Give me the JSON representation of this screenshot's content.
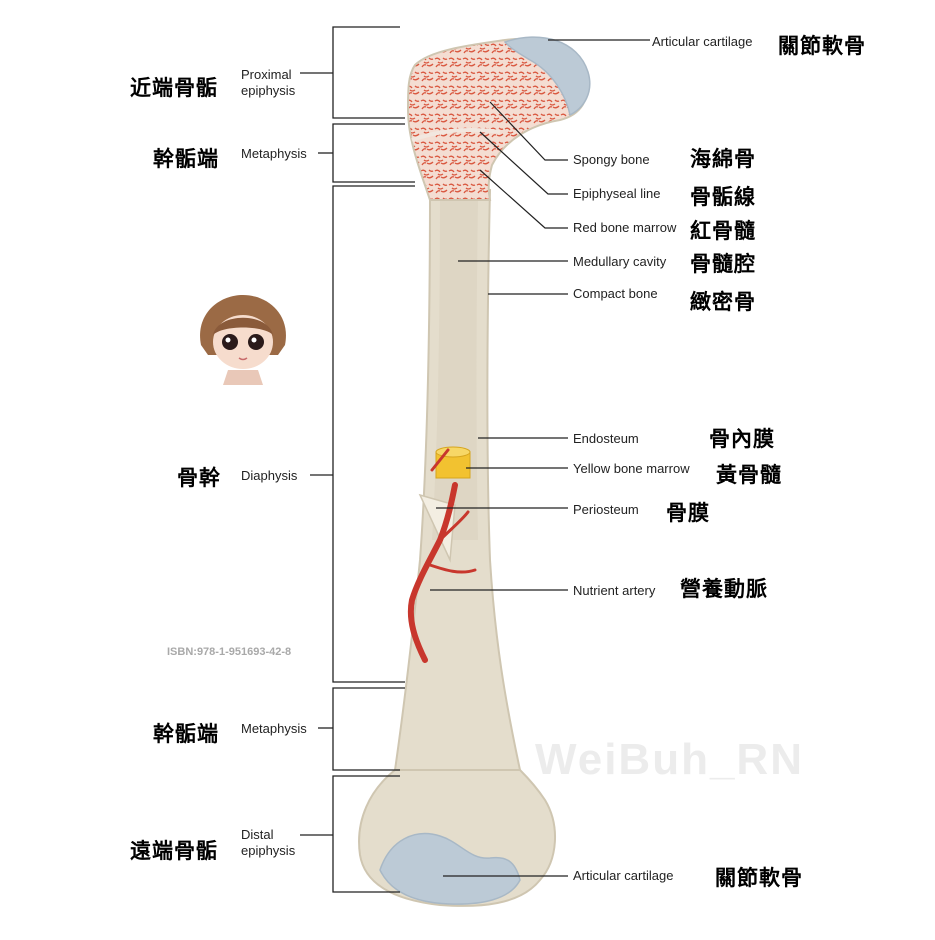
{
  "left_labels": {
    "proximal_epiphysis_zh": "近端骨骺",
    "proximal_epiphysis_en_1": "Proximal",
    "proximal_epiphysis_en_2": "epiphysis",
    "metaphysis_top_zh": "幹骺端",
    "metaphysis_top_en": "Metaphysis",
    "diaphysis_zh": "骨幹",
    "diaphysis_en": "Diaphysis",
    "metaphysis_bottom_zh": "幹骺端",
    "metaphysis_bottom_en": "Metaphysis",
    "distal_epiphysis_zh": "遠端骨骺",
    "distal_epiphysis_en_1": "Distal",
    "distal_epiphysis_en_2": "epiphysis"
  },
  "right_labels": {
    "articular_cartilage_top_en": "Articular cartilage",
    "articular_cartilage_top_zh": "關節軟骨",
    "spongy_bone_en": "Spongy bone",
    "spongy_bone_zh": "海綿骨",
    "epiphyseal_line_en": "Epiphyseal line",
    "epiphyseal_line_zh": "骨骺線",
    "red_marrow_en": "Red bone marrow",
    "red_marrow_zh": "紅骨髓",
    "medullary_cavity_en": "Medullary cavity",
    "medullary_cavity_zh": "骨髓腔",
    "compact_bone_en": "Compact bone",
    "compact_bone_zh": "緻密骨",
    "endosteum_en": "Endosteum",
    "endosteum_zh": "骨內膜",
    "yellow_marrow_en": "Yellow bone marrow",
    "yellow_marrow_zh": "黃骨髓",
    "periosteum_en": "Periosteum",
    "periosteum_zh": "骨膜",
    "nutrient_artery_en": "Nutrient artery",
    "nutrient_artery_zh": "營養動脈",
    "articular_cartilage_bottom_en": "Articular cartilage",
    "articular_cartilage_bottom_zh": "關節軟骨"
  },
  "isbn": "ISBN:978-1-951693-42-8",
  "watermark": "WeiBuh_RN",
  "colors": {
    "bone": "#e3dccb",
    "bone_shade": "#cfc6b1",
    "cartilage": "#b9c9d6",
    "spongy": "#e9a08a",
    "spongy_fill": "#f3d9cf",
    "yellow_marrow": "#f2c230",
    "artery": "#c8372d",
    "leader": "#222222"
  }
}
